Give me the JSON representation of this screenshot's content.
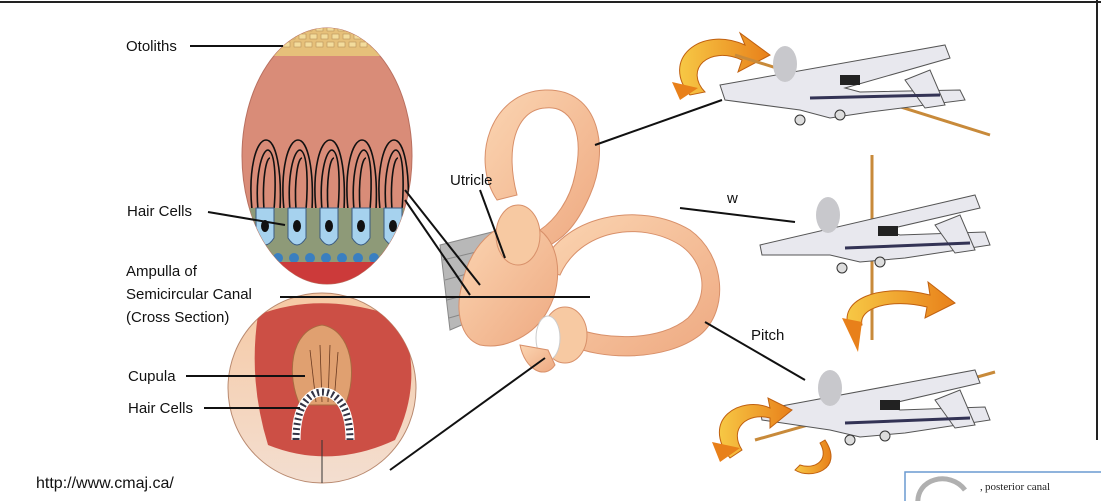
{
  "labels": {
    "otoliths": "Otoliths",
    "hair_cells_top": "Hair Cells",
    "ampulla_line1": "Ampulla of",
    "ampulla_line2": "Semicircular Canal",
    "ampulla_line3": "(Cross Section)",
    "cupula": "Cupula",
    "hair_cells_bottom": "Hair Cells",
    "utricle": "Utricle",
    "w": "w",
    "pitch": "Pitch"
  },
  "source_url": "http://www.cmaj.ca/",
  "inset": {
    "caption": "posterior canal"
  },
  "colors": {
    "tissue": "#d98c78",
    "cupula_outer": "#cc4f45",
    "cupula": "#e0a070",
    "ear": "#f6c39a",
    "hair_cell_blue": "#a6d2ee",
    "hair_cell_green": "#8e9a78",
    "arrow_orange": "#f0a020",
    "airplane": "#e8e8ee",
    "axis_rod": "#c88a3a"
  }
}
